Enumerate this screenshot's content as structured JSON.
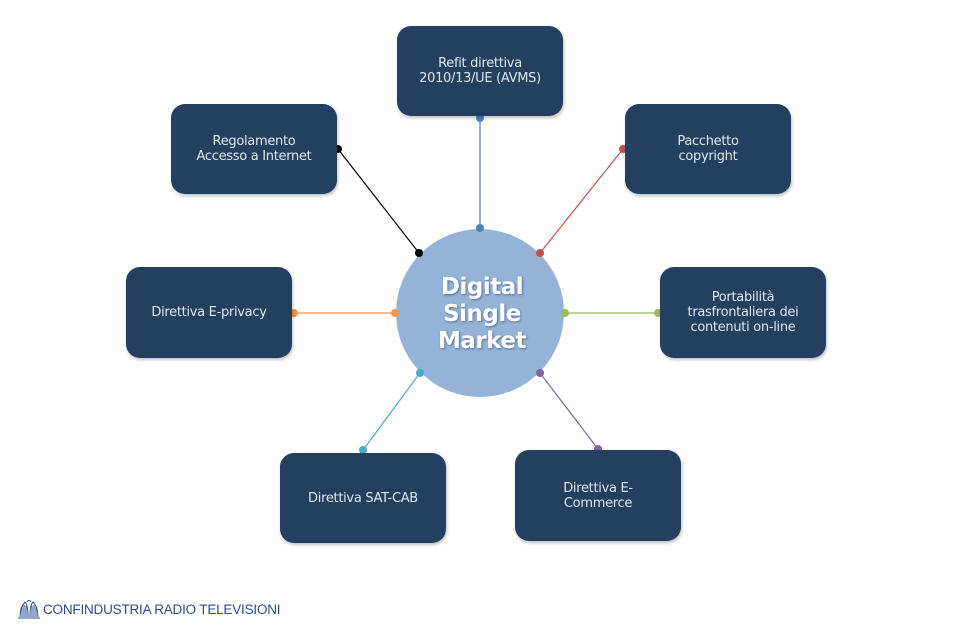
{
  "diagram": {
    "hub": {
      "lines": [
        "Digital",
        "Single",
        "Market"
      ],
      "fill_color": "#95b3d7"
    },
    "node_color": "#243f60",
    "node_text_color": "#dfe8f2",
    "nodes": [
      {
        "id": "top",
        "label": "Refit direttiva\n2010/13/UE (AVMS)",
        "connector_color": "#4f81bd"
      },
      {
        "id": "top-right",
        "label": "Pacchetto\ncopyright",
        "connector_color": "#c0504d"
      },
      {
        "id": "right",
        "label": "Portabilità\ntrasfrontaliera dei\ncontenuti on-line",
        "connector_color": "#9bbb59"
      },
      {
        "id": "bottom-right",
        "label": "Direttiva E-\nCommerce",
        "connector_color": "#8064a2"
      },
      {
        "id": "bottom-left",
        "label": "Direttiva SAT-CAB",
        "connector_color": "#4bacc6"
      },
      {
        "id": "left",
        "label": "Direttiva E-privacy",
        "connector_color": "#f79646"
      },
      {
        "id": "top-left",
        "label": "Regolamento\nAccesso a Internet",
        "connector_color": "#000000"
      }
    ]
  },
  "footer": {
    "organization": "CONFINDUSTRIA RADIO TELEVISIONI",
    "brand_color": "#2a4f8a"
  }
}
